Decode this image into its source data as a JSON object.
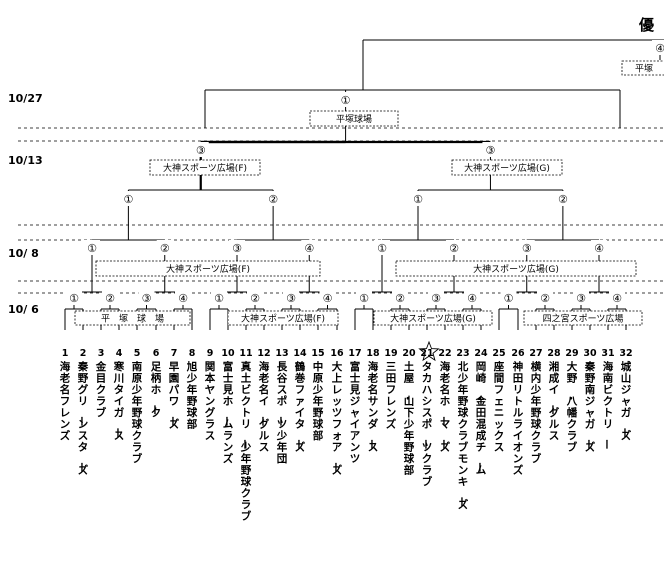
{
  "title": "優",
  "dates": [
    "10/27",
    "10/13",
    "10/ 8",
    "10/ 6"
  ],
  "venues": {
    "final": "平塚",
    "semi": "平塚球場",
    "qf_left": "大神スポーツ広場(F)",
    "qf_right": "大神スポーツ広場(G)",
    "r16_left": "大神スポーツ広場(F)",
    "r16_right": "大神スポーツ広場(G)",
    "r32_a": "平　塚　球　場",
    "r32_b": "大神スポーツ広場(F)",
    "r32_c": "大神スポーツ広場(G)",
    "r32_d": "四之宮スポーツ広場"
  },
  "final_game_no": "④",
  "semi_game_no": "①",
  "qf_game_nos": [
    "③",
    "③"
  ],
  "r16_game_nos": [
    "①",
    "②",
    "①",
    "②"
  ],
  "r8_game_nos": [
    "①",
    "②",
    "③",
    "④",
    "①",
    "②",
    "③",
    "④"
  ],
  "r32_game_nos": [
    "①",
    "②",
    "③",
    "④",
    "①",
    "②",
    "③",
    "④",
    "①",
    "②",
    "③",
    "④",
    "①",
    "②",
    "③",
    "④"
  ],
  "team_numbers": [
    "1",
    "2",
    "3",
    "4",
    "5",
    "6",
    "7",
    "8",
    "9",
    "10",
    "11",
    "12",
    "13",
    "14",
    "15",
    "16",
    "17",
    "18",
    "19",
    "20",
    "21",
    "22",
    "23",
    "24",
    "25",
    "26",
    "27",
    "28",
    "29",
    "30",
    "31",
    "32"
  ],
  "teams": [
    "海老名フレンズ",
    "秦野グリーンスターズ",
    "金目クラブ",
    "寒川タイガース",
    "南原少年野球クラブ",
    "足柄ホーク",
    "早園パワーズ",
    "旭少年野球部",
    "関本ヤングラス",
    "富士見ホームランズ",
    "真土ビクトリー少年野球クラブ",
    "海老名イーグルス",
    "長谷スポーツ少年団",
    "鶴巻ファイターズ",
    "中原少年野球部",
    "大上レッツフォアーズ",
    "富士見ジャイアンツ",
    "海老名サンダース",
    "三田フレンズ",
    "土屋・山下少年野球部",
    "タカハシスポーツクラブ",
    "海老名ホーマーズ",
    "北少年野球クラブモンキーズ",
    "岡崎・金田混成チーム",
    "座間フェニックス",
    "神田リトルライオンズ",
    "横内少年野球クラブ",
    "湘成イーグルス",
    "大野・八幡クラブ",
    "秦野南ジャガーズ",
    "海南ビクトリー",
    "城山ジャガーズ"
  ]
}
